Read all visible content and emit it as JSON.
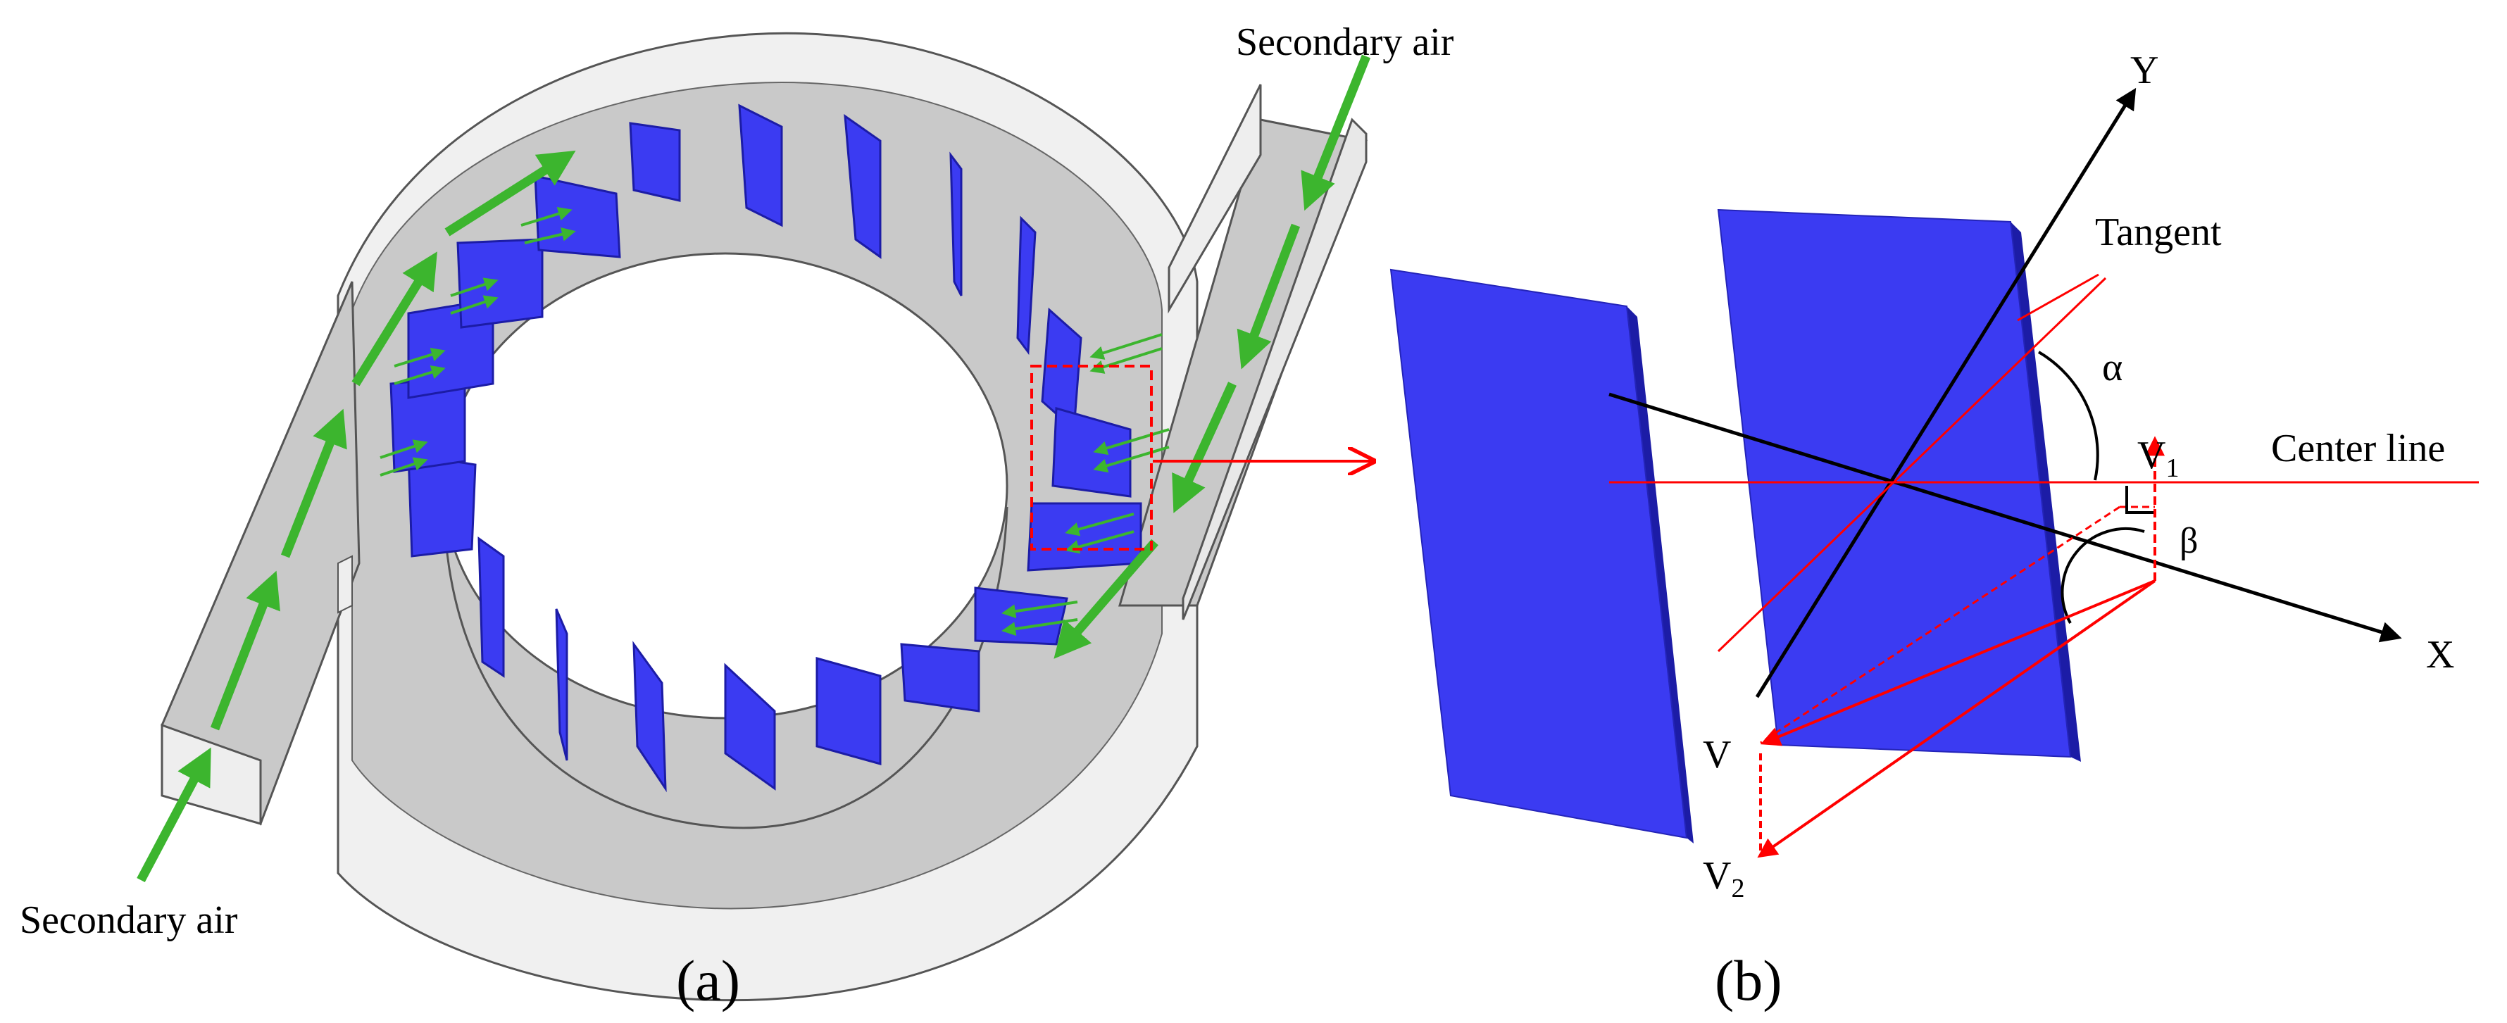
{
  "panel_a": {
    "caption": "(a)",
    "label_inlet_top": "Secondary air",
    "label_inlet_bottom": "Secondary air"
  },
  "panel_b": {
    "caption": "(b)",
    "label_tangent": "Tangent",
    "label_center_line": "Center line",
    "label_alpha": "α",
    "label_beta": "β",
    "label_v": "V",
    "label_v1_base": "V",
    "label_v1_sub": "1",
    "label_v2_base": "V",
    "label_v2_sub": "2",
    "axis_x": "X",
    "axis_y": "Y"
  },
  "colors": {
    "vane": "#3b3bf2",
    "vane_edge": "#1c1ca6",
    "air_arrow": "#3cb52e",
    "vector": "#ff0000",
    "axis": "#000000",
    "duct_fill": "#c9c9c9",
    "duct_wall": "#f2f2f2"
  }
}
